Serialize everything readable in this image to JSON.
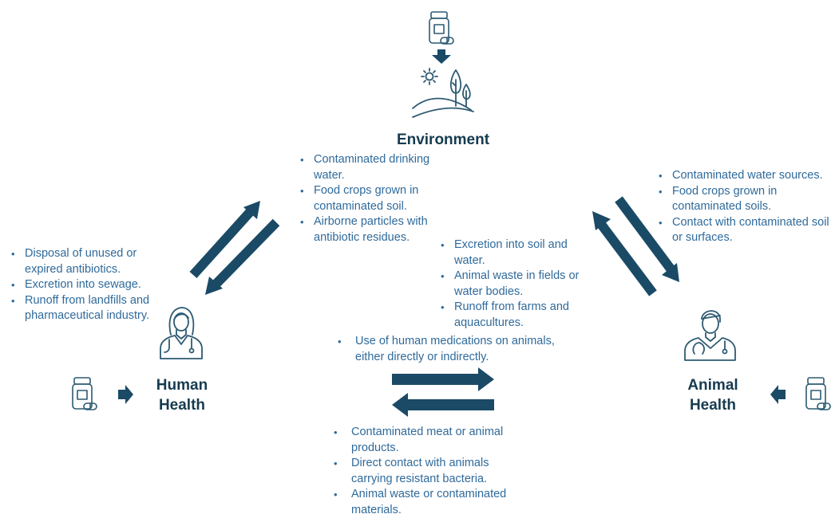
{
  "nodes": {
    "environment": {
      "title": "Environment"
    },
    "human": {
      "title_line1": "Human",
      "title_line2": "Health"
    },
    "animal": {
      "title_line1": "Animal",
      "title_line2": "Health"
    }
  },
  "environment_to_human": [
    "Contaminated drinking water.",
    "Food crops grown in contaminated soil.",
    "Airborne particles with antibiotic residues."
  ],
  "human_to_environment": [
    "Disposal of unused or expired antibiotics.",
    "Excretion into sewage.",
    "Runoff from landfills and pharmaceutical industry."
  ],
  "environment_to_animal": [
    "Contaminated water sources.",
    "Food crops grown in contaminated soils.",
    "Contact with contaminated soil or surfaces."
  ],
  "animal_to_environment": [
    "Excretion into soil and water.",
    "Animal waste in fields or water bodies.",
    "Runoff from farms and aquacultures."
  ],
  "human_to_animal": [
    "Use of human medications on animals, either directly or indirectly."
  ],
  "animal_to_human": [
    "Contaminated meat or animal products.",
    "Direct contact with animals carrying resistant bacteria.",
    "Animal waste or contaminated materials."
  ],
  "icons": {
    "medication": "medicine-bottle-with-pill",
    "environment": "sun-landscape-trees",
    "human": "female-doctor-with-stethoscope",
    "animal": "male-veterinarian-with-stethoscope"
  },
  "colors": {
    "arrow": "#1a4a66",
    "icon": "#2d5a72",
    "bullet_text": "#2f6a9b",
    "title": "#163b4f"
  }
}
